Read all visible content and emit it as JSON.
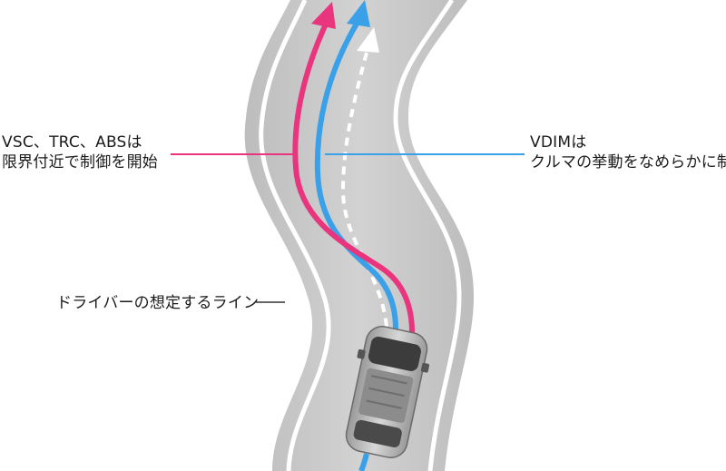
{
  "labels": {
    "vsc": {
      "line1": "VSC、TRC、ABSは",
      "line2": "限界付近で制御を開始",
      "color": "#e8357d"
    },
    "vdim": {
      "line1": "VDIMは",
      "line2": "クルマの挙動をなめらかに制御",
      "color": "#3aa0e8"
    },
    "driver": {
      "text": "ドライバーの想定するライン",
      "color": "#333333"
    }
  },
  "colors": {
    "road": "#c8c8c8",
    "road_edge": "#dcdcdc",
    "lane_lines": "#ffffff",
    "car_body": "#b9b9b9"
  }
}
